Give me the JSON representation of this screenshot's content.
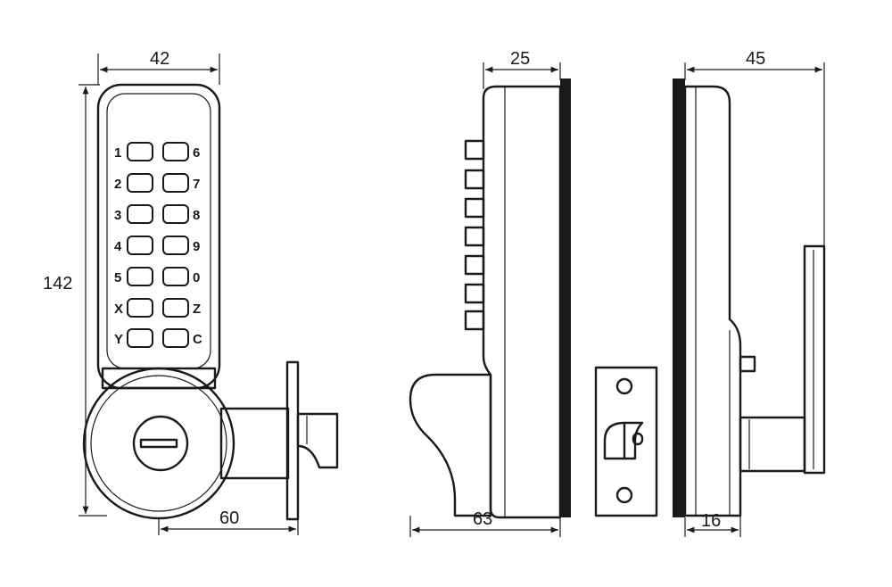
{
  "dimensions": {
    "front_width": "42",
    "front_height": "142",
    "front_spindle": "60",
    "side_depth": "25",
    "side_total": "63",
    "back_depth": "45",
    "back_spindle": "16"
  },
  "keypad": {
    "left_keys": [
      "1",
      "2",
      "3",
      "4",
      "5",
      "X",
      "Y"
    ],
    "right_keys": [
      "6",
      "7",
      "8",
      "9",
      "0",
      "Z",
      "C"
    ]
  }
}
